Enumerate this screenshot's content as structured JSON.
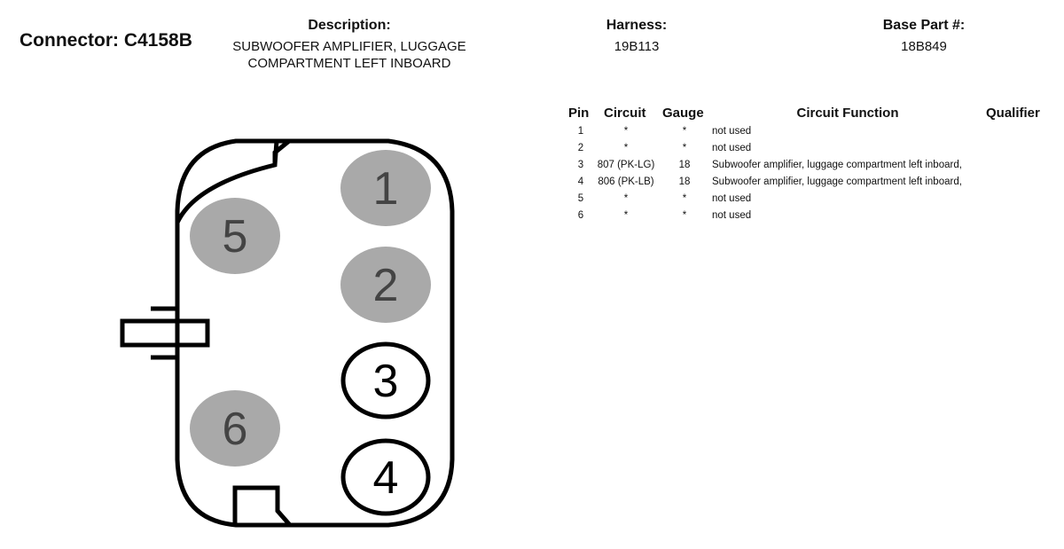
{
  "connector": {
    "label": "Connector: C4158B"
  },
  "description": {
    "label": "Description:",
    "lines": [
      "SUBWOOFER AMPLIFIER, LUGGAGE",
      "COMPARTMENT LEFT INBOARD"
    ]
  },
  "harness": {
    "label": "Harness:",
    "value": "19B113"
  },
  "base_part": {
    "label": "Base Part #:",
    "value": "18B849"
  },
  "diagram": {
    "pins": [
      {
        "number": "1",
        "filled": true
      },
      {
        "number": "2",
        "filled": true
      },
      {
        "number": "3",
        "filled": false
      },
      {
        "number": "4",
        "filled": false
      },
      {
        "number": "5",
        "filled": true
      },
      {
        "number": "6",
        "filled": true
      }
    ],
    "filled_color": "#a9a9a9",
    "number_color": "#444444"
  },
  "table": {
    "headers": {
      "pin": "Pin",
      "circuit": "Circuit",
      "gauge": "Gauge",
      "function": "Circuit Function",
      "qualifier": "Qualifier"
    },
    "rows": [
      {
        "pin": "1",
        "circuit": "*",
        "gauge": "*",
        "function": "not used"
      },
      {
        "pin": "2",
        "circuit": "*",
        "gauge": "*",
        "function": "not used"
      },
      {
        "pin": "3",
        "circuit": "807 (PK-LG)",
        "gauge": "18",
        "function": "Subwoofer amplifier, luggage compartment left inboard,"
      },
      {
        "pin": "4",
        "circuit": "806 (PK-LB)",
        "gauge": "18",
        "function": "Subwoofer amplifier, luggage compartment left inboard,"
      },
      {
        "pin": "5",
        "circuit": "*",
        "gauge": "*",
        "function": "not used"
      },
      {
        "pin": "6",
        "circuit": "*",
        "gauge": "*",
        "function": "not used"
      }
    ]
  }
}
